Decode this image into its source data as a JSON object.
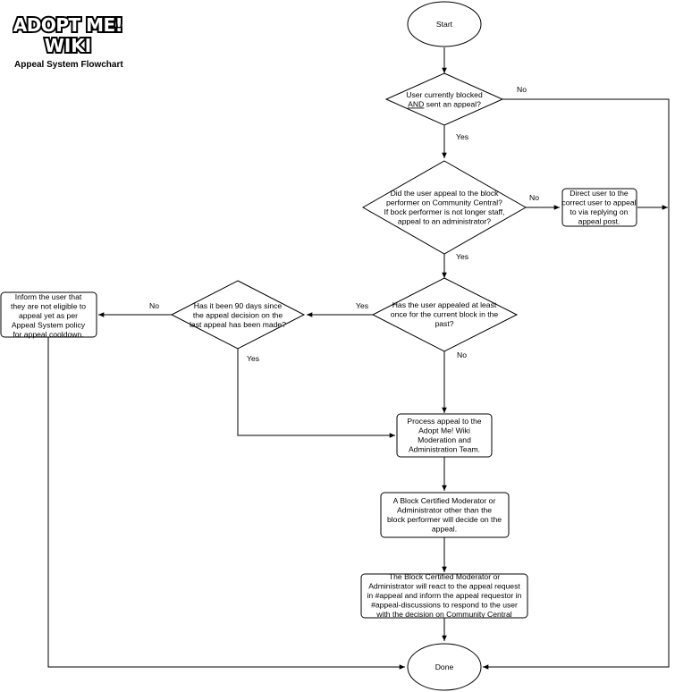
{
  "logo": {
    "line1": "ADOPT ME!",
    "line2": "WIKI"
  },
  "subtitle": "Appeal System Flowchart",
  "nodes": {
    "start": [
      "Start"
    ],
    "blocked_decision": [
      "User currently blocked",
      "AND sent an appeal?"
    ],
    "appeal_performer_decision": [
      "Did the user appeal to the block",
      "performer on Community Central?",
      "If bock performer is not longer staff,",
      "appeal to an administrator?"
    ],
    "direct_user": [
      "Direct user to the",
      "correct user to appeal",
      "to via replying on",
      "appeal post."
    ],
    "appealed_before_decision": [
      "Has the user appealed at least",
      "once for the current block in the",
      "past?"
    ],
    "ninety_days_decision": [
      "Has it been 90 days since",
      "the appeal decision on the",
      "last appeal has been made?"
    ],
    "inform_not_eligible": [
      "Inform the user that",
      "they are not eligible to",
      "appeal yet as per",
      "Appeal System policy",
      "for appeal cooldown."
    ],
    "process_appeal": [
      "Process appeal to the",
      "Adopt Me! Wiki",
      "Moderation and",
      "Administration Team."
    ],
    "moderator_decide": [
      "A Block Certified Moderator or",
      "Administrator other than the",
      "block performer will decide on the",
      "appeal."
    ],
    "moderator_react": [
      "The Block Certified Moderator or",
      "Administrator will react to the appeal request",
      "in #appeal and inform the appeal requestor in",
      "#appeal-discussions to respond to the user",
      "with the decision on Community Central"
    ],
    "done": [
      "Done"
    ]
  },
  "edge_labels": {
    "blocked_no": "No",
    "blocked_yes": "Yes",
    "performer_no": "No",
    "performer_yes": "Yes",
    "appealed_yes": "Yes",
    "appealed_no": "No",
    "ninety_no": "No",
    "ninety_yes": "Yes"
  }
}
